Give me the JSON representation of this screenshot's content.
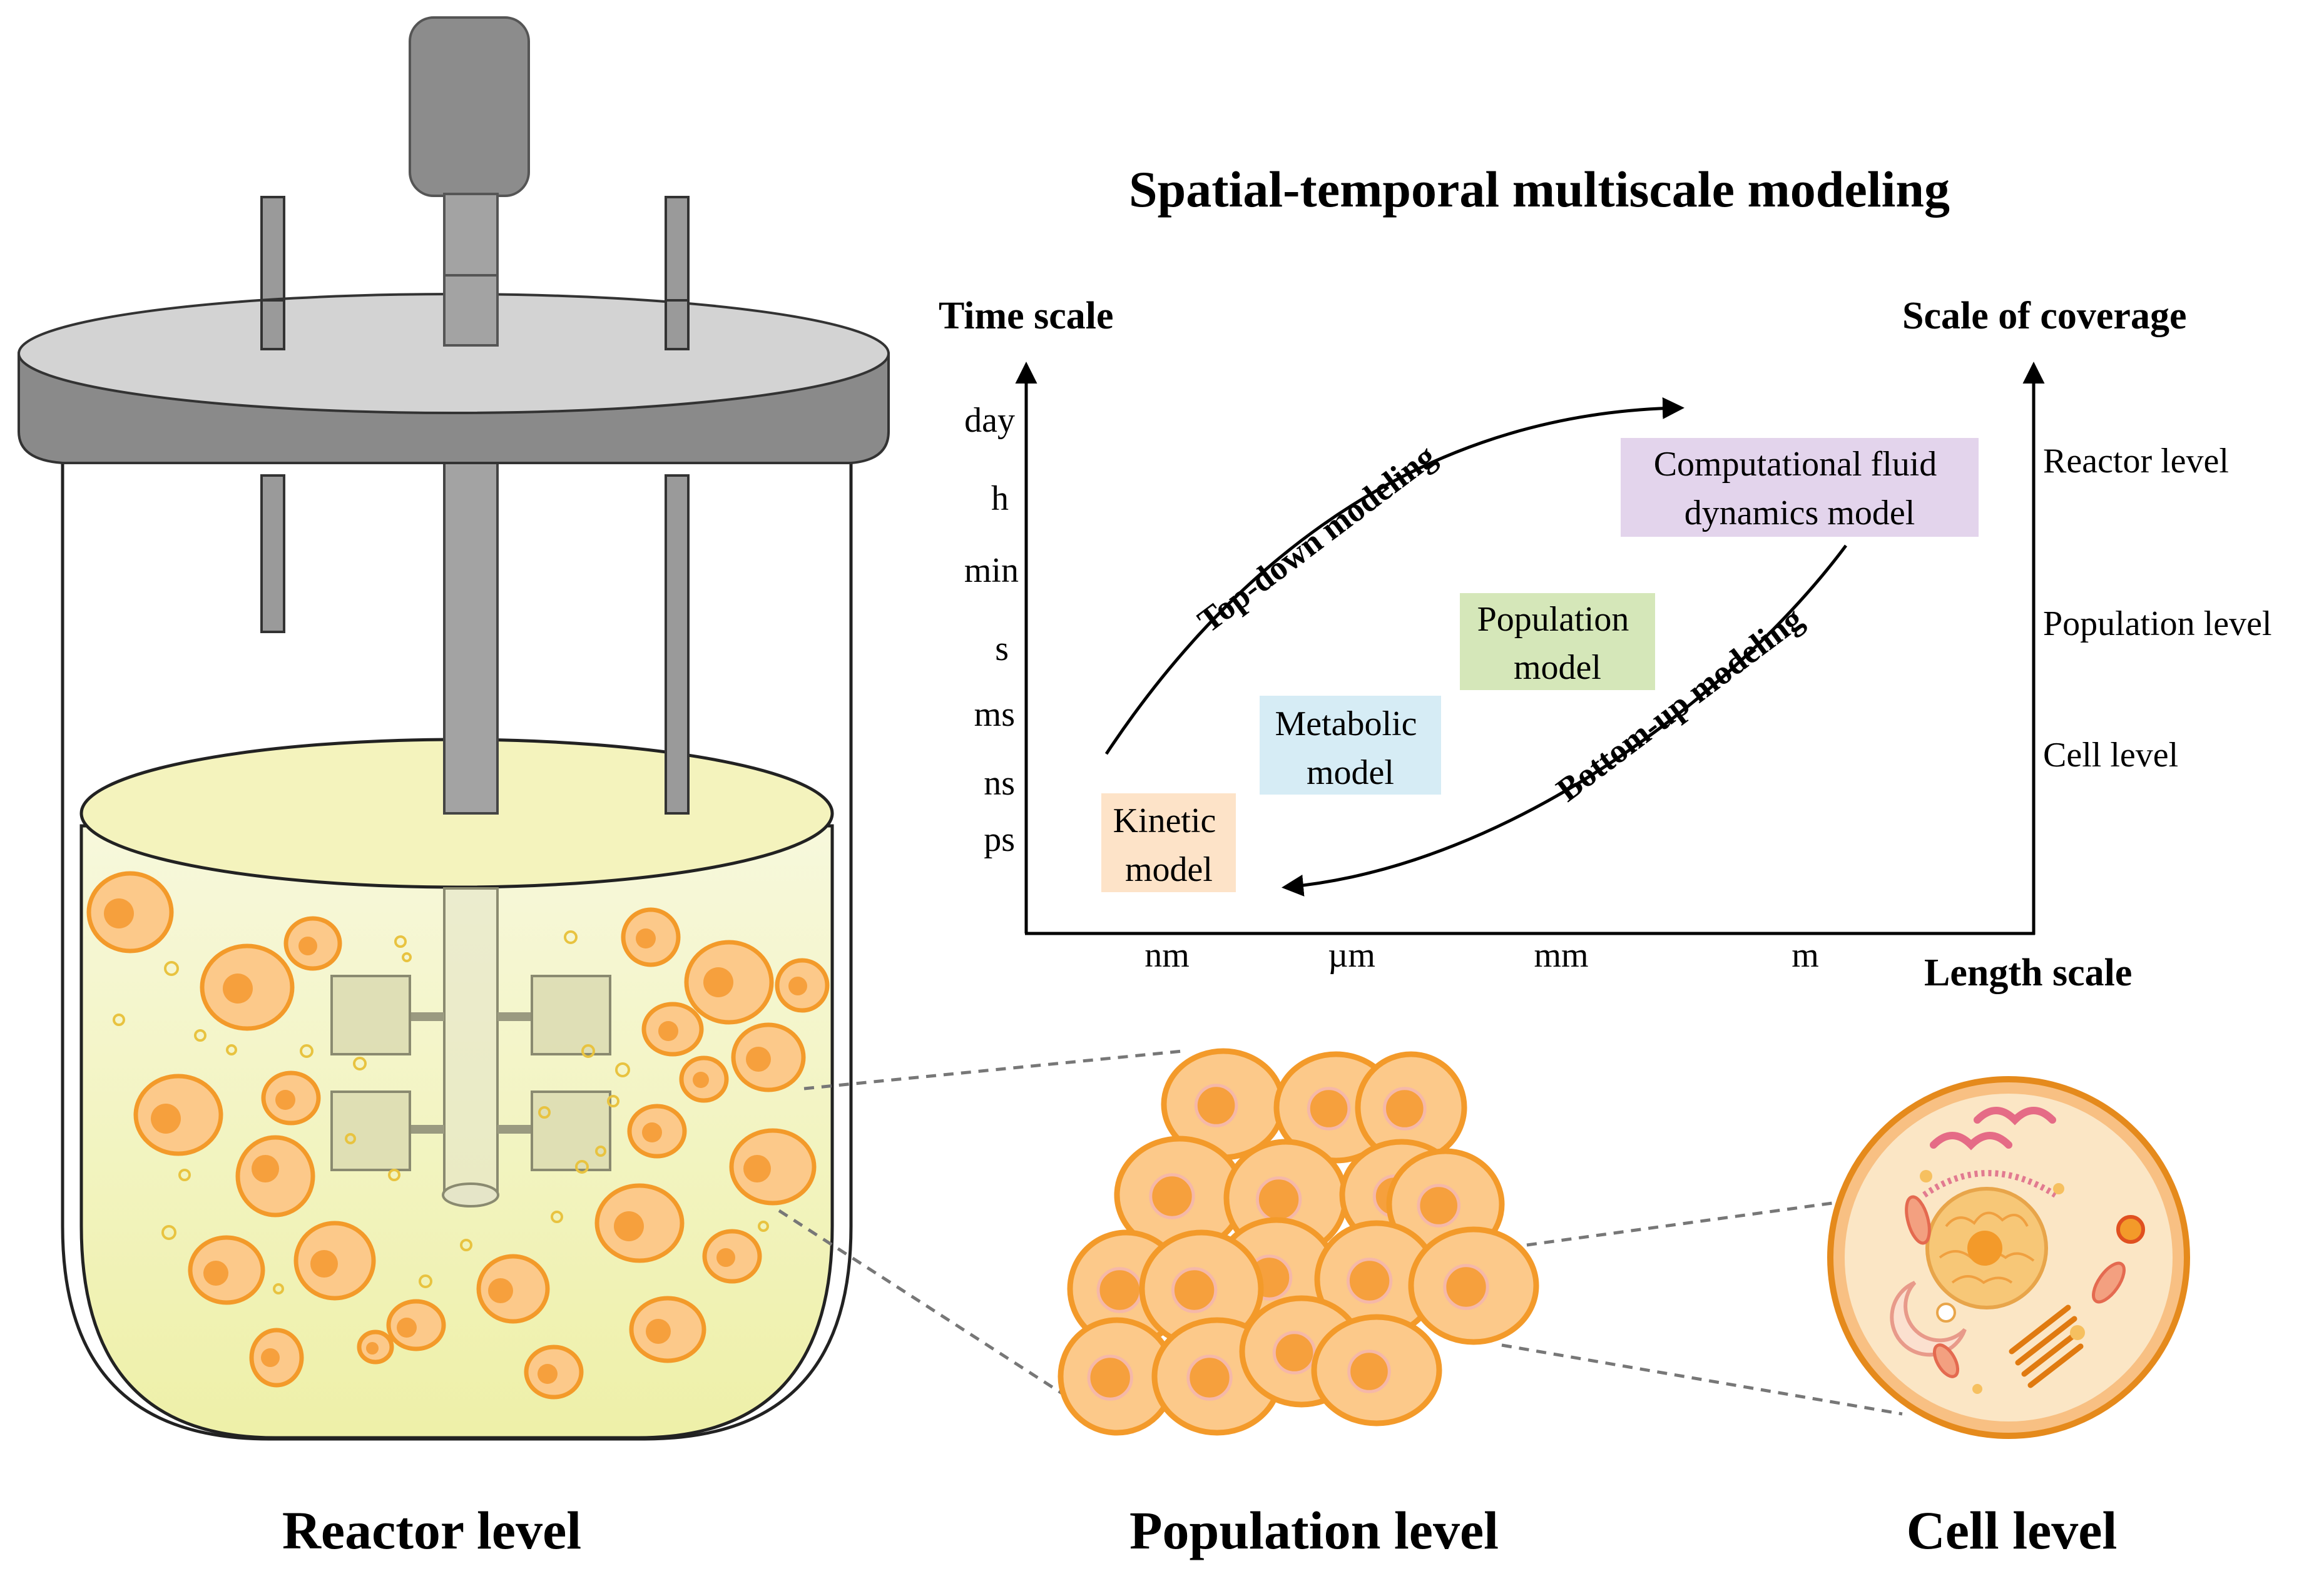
{
  "title": "Spatial-temporal multiscale modeling",
  "colors": {
    "cell_fill": "#fcc98a",
    "cell_stroke": "#f39a2a",
    "nucleus": "#f6a03d",
    "medium": "#f1f2b8",
    "lid_top": "#d3d3d3",
    "lid_side": "#8a8a8a",
    "shaft": "#9e9e9e",
    "kinetic_box": "#fde3c8",
    "metabolic_box": "#d6ecf5",
    "population_box": "#d5e7b9",
    "cfd_box": "#e3d4ec"
  },
  "chart": {
    "y_axis_title": "Time scale",
    "right_axis_title": "Scale of coverage",
    "x_axis_title": "Length scale",
    "time_ticks": [
      "day",
      "h",
      "min",
      "s",
      "ms",
      "ns",
      "ps"
    ],
    "length_ticks": [
      "nm",
      "µm",
      "mm",
      "m"
    ],
    "coverage_ticks": [
      "Reactor level",
      "Population level",
      "Cell level"
    ],
    "models": {
      "kinetic": [
        "Kinetic",
        "model"
      ],
      "metabolic": [
        "Metabolic",
        "model"
      ],
      "population": [
        "Population",
        "model"
      ],
      "cfd": [
        "Computational fluid",
        "dynamics model"
      ]
    },
    "arrows": {
      "top_down": "Top-down modeling",
      "bottom_up": "Bottom-up modeling"
    }
  },
  "captions": {
    "reactor": "Reactor level",
    "population": "Population level",
    "cell": "Cell level"
  }
}
